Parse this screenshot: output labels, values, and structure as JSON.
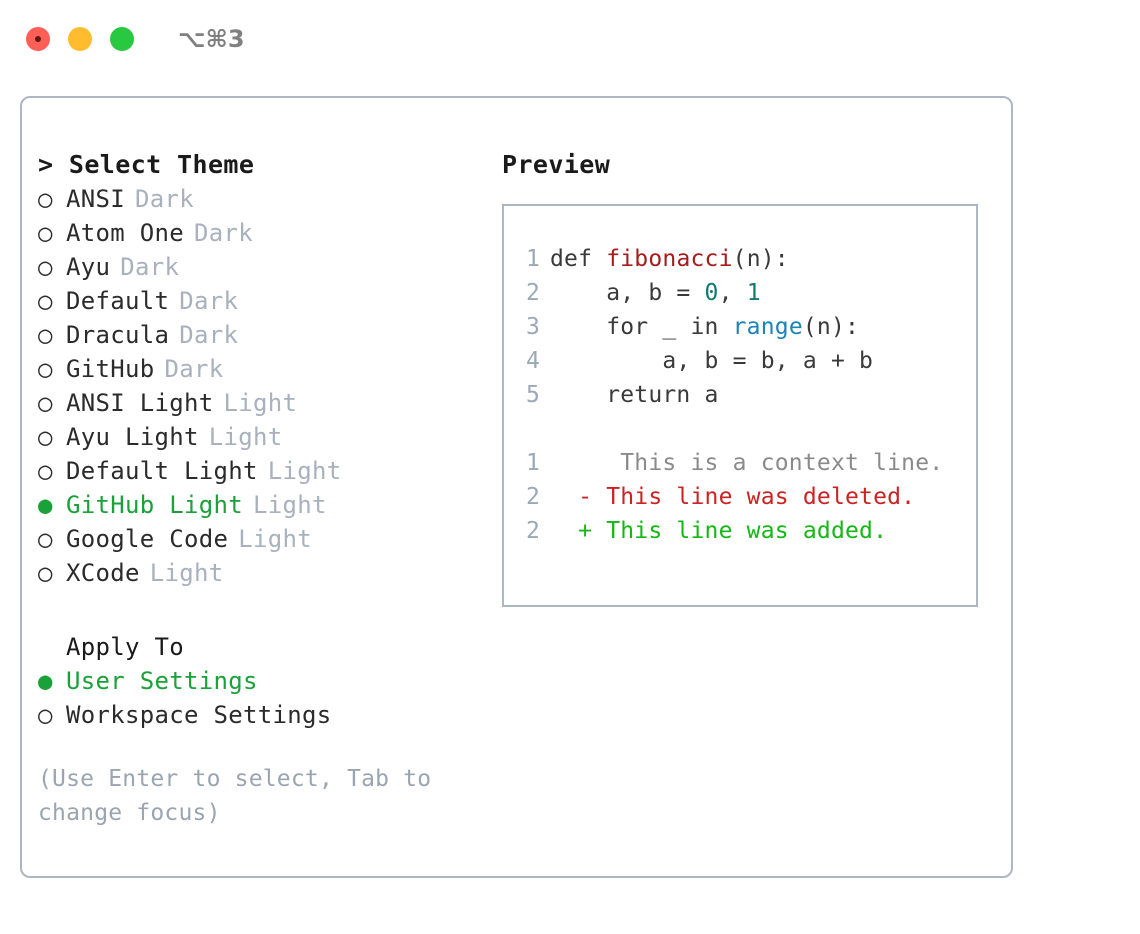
{
  "titlebar": {
    "shortcut": "⌥⌘3",
    "lights": [
      "close-red",
      "minimize-yellow",
      "zoom-green"
    ]
  },
  "theme_picker": {
    "header": "> Select Theme",
    "bullet_unselected": "○",
    "bullet_selected": "●",
    "items": [
      {
        "name": "ANSI",
        "variant": "Dark",
        "selected": false
      },
      {
        "name": "Atom One",
        "variant": "Dark",
        "selected": false
      },
      {
        "name": "Ayu",
        "variant": "Dark",
        "selected": false
      },
      {
        "name": "Default",
        "variant": "Dark",
        "selected": false
      },
      {
        "name": "Dracula",
        "variant": "Dark",
        "selected": false
      },
      {
        "name": "GitHub",
        "variant": "Dark",
        "selected": false
      },
      {
        "name": "ANSI Light",
        "variant": "Light",
        "selected": false
      },
      {
        "name": "Ayu Light",
        "variant": "Light",
        "selected": false
      },
      {
        "name": "Default Light",
        "variant": "Light",
        "selected": false
      },
      {
        "name": "GitHub Light",
        "variant": "Light",
        "selected": true
      },
      {
        "name": "Google Code",
        "variant": "Light",
        "selected": false
      },
      {
        "name": "XCode",
        "variant": "Light",
        "selected": false
      }
    ]
  },
  "apply_to": {
    "header": "Apply To",
    "items": [
      {
        "name": "User Settings",
        "selected": true
      },
      {
        "name": "Workspace Settings",
        "selected": false
      }
    ]
  },
  "hint": "(Use Enter to select, Tab to change focus)",
  "preview": {
    "title": "Preview",
    "code_lines": [
      {
        "no": "1",
        "tokens": [
          {
            "t": "def ",
            "c": "plain"
          },
          {
            "t": "fibonacci",
            "c": "fn"
          },
          {
            "t": "(n):",
            "c": "plain"
          }
        ]
      },
      {
        "no": "2",
        "tokens": [
          {
            "t": "    a, b = ",
            "c": "plain"
          },
          {
            "t": "0",
            "c": "num"
          },
          {
            "t": ", ",
            "c": "plain"
          },
          {
            "t": "1",
            "c": "num"
          }
        ]
      },
      {
        "no": "3",
        "tokens": [
          {
            "t": "    for _ in ",
            "c": "plain"
          },
          {
            "t": "range",
            "c": "call"
          },
          {
            "t": "(n):",
            "c": "plain"
          }
        ]
      },
      {
        "no": "4",
        "tokens": [
          {
            "t": "        a, b = b, a + b",
            "c": "plain"
          }
        ]
      },
      {
        "no": "5",
        "tokens": [
          {
            "t": "    return a",
            "c": "plain"
          }
        ]
      }
    ],
    "diff_lines": [
      {
        "no": "1",
        "marker": " ",
        "text": "  This is a context line.",
        "kind": "ctx"
      },
      {
        "no": "2",
        "marker": "-",
        "text": " This line was deleted.",
        "kind": "del"
      },
      {
        "no": "2",
        "marker": "+",
        "text": " This line was added.",
        "kind": "add"
      }
    ]
  },
  "colors": {
    "accent_green": "#1aa13a",
    "diff_add": "#14b814",
    "diff_delete": "#cc2222",
    "border": "#adb7c4",
    "muted": "#a8b1bd",
    "hint": "#9aa5b1"
  }
}
